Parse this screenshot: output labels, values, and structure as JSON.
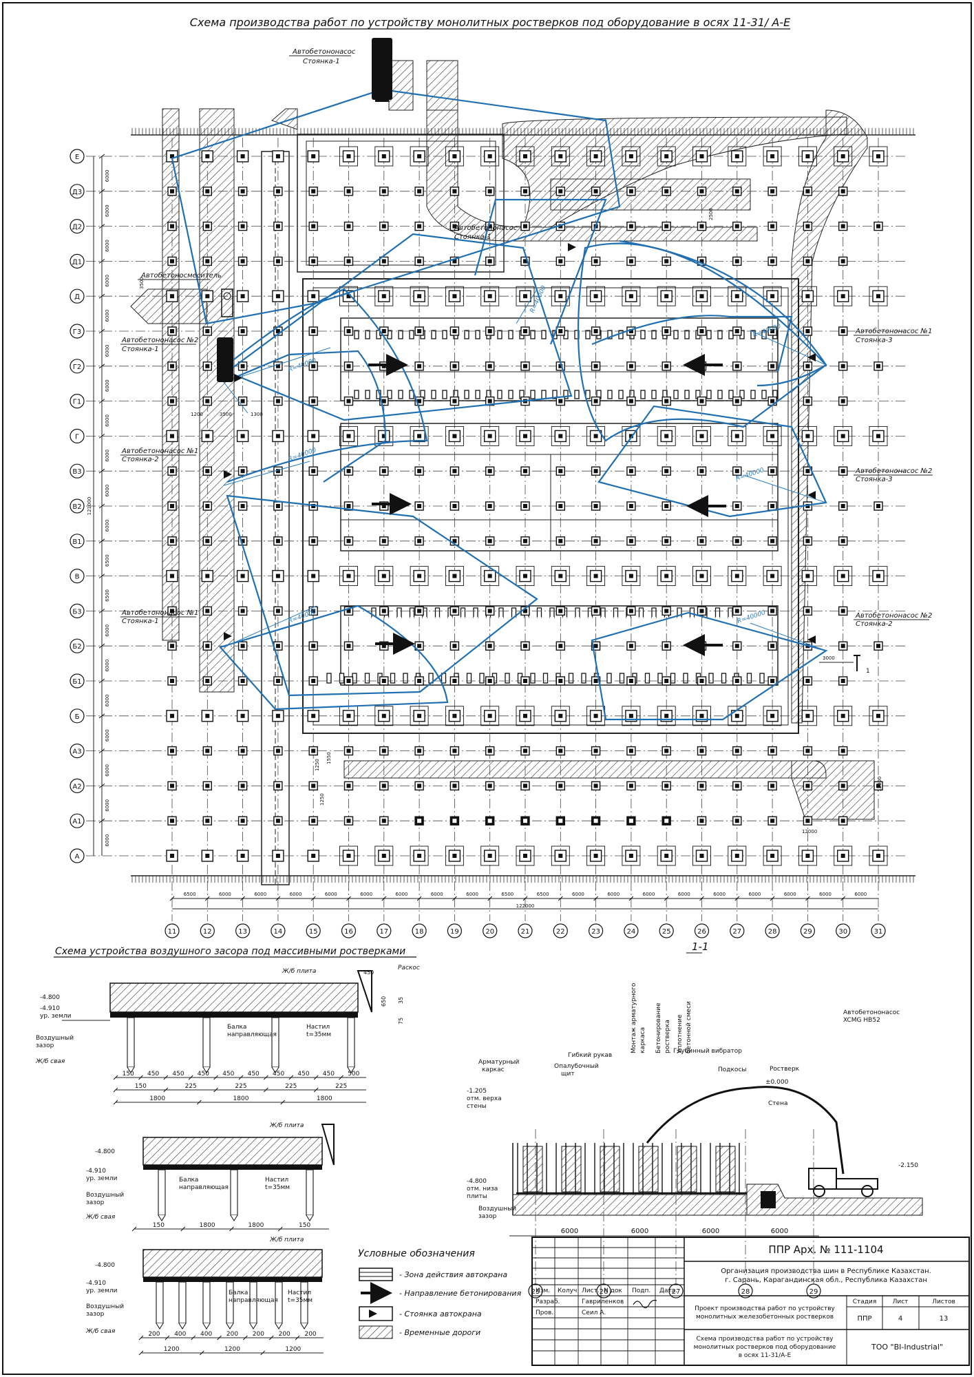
{
  "main_title": "Схема производства работ по устройству монолитных ростверков под оборудование в осях 11-31/ А-Е",
  "pumps": [
    {
      "name": "Автобетононасос",
      "stop": "Стоянка-1"
    },
    {
      "name": "Автобетоносмеситель",
      "stop": ""
    },
    {
      "name": "Автобетононасос №2",
      "stop": "Стоянка-1"
    },
    {
      "name": "Автобетононасос №1",
      "stop": "Стоянка-2"
    },
    {
      "name": "Автобетононасос №1",
      "stop": "Стоянка-1"
    },
    {
      "name": "Автобетононасос №1",
      "stop": "Стоянка-3"
    },
    {
      "name": "Автобетононасос №2",
      "stop": "Стоянка-3"
    },
    {
      "name": "Автобетононасос №2",
      "stop": "Стоянка-2"
    },
    {
      "name": "Автобетононасос №1",
      "stop": "Стоянка-1"
    }
  ],
  "radius_label": "R=40000",
  "rows": [
    "Е",
    "Д3",
    "Д2",
    "Д1",
    "Д",
    "Г3",
    "Г2",
    "Г1",
    "Г",
    "В3",
    "В2",
    "В1",
    "В",
    "Б3",
    "Б2",
    "Б1",
    "Б",
    "А3",
    "А2",
    "А1",
    "А"
  ],
  "row_spacings": [
    "6000",
    "6000",
    "6000",
    "6000",
    "6000",
    "6000",
    "6000",
    "6000",
    "6000",
    "6000",
    "6000",
    "6500",
    "6500",
    "6000",
    "6000",
    "6000",
    "6000",
    "6000",
    "6000",
    "6000"
  ],
  "row_total": "121000",
  "columns": [
    "11",
    "12",
    "13",
    "14",
    "15",
    "16",
    "17",
    "18",
    "19",
    "20",
    "21",
    "22",
    "23",
    "24",
    "25",
    "26",
    "27",
    "28",
    "29",
    "30",
    "31"
  ],
  "column_spacings": [
    "6500",
    "6000",
    "6000",
    "6000",
    "6000",
    "6000",
    "6000",
    "6000",
    "6000",
    "6500",
    "6500",
    "6000",
    "6000",
    "6000",
    "6000",
    "6000",
    "6000",
    "6000",
    "6000",
    "6000"
  ],
  "column_total": "122000",
  "misc_dims": {
    "d1": "1200",
    "d2": "3500",
    "d3": "1300",
    "d4": "3500",
    "d5": "2500",
    "d6": "3000",
    "d7": "12000",
    "d8": "1550",
    "d9": "1250",
    "d10": "12000",
    "d11": "1250"
  },
  "section_label": "1-1",
  "section_mark": "1",
  "air_gap": {
    "title": "Схема устройства воздушного засора под массивными ростверками",
    "slab": "Ж/б плита",
    "brace": "Раскос",
    "level_top": "-4.800",
    "level_ground": "-4.910",
    "ground_label": "ур. земли",
    "gap_label_1": "Воздушный",
    "gap_label_2": "зазор",
    "pile": "Ж/б свая",
    "beam_1": "Балка",
    "beam_2": "направляющая",
    "deck_1": "Настил",
    "deck_2": "t=35мм",
    "dims_a": [
      "150",
      "450",
      "450",
      "450",
      "450",
      "450",
      "450",
      "450",
      "450",
      "500"
    ],
    "dims_b": [
      "150",
      "225",
      "225",
      "225",
      "225"
    ],
    "dims_c": [
      "1800",
      "1800",
      "1800"
    ],
    "dims_side": [
      "450",
      "650",
      "35",
      "75"
    ],
    "dims_d": [
      "150",
      "1800",
      "1800",
      "150"
    ],
    "dims_e": [
      "200",
      "400",
      "400",
      "200",
      "200",
      "200",
      "200"
    ],
    "dims_f": [
      "1200",
      "1200",
      "1200"
    ]
  },
  "section": {
    "labels": {
      "rebar_1": "Арматурный",
      "rebar_2": "каркас",
      "hose": "Гибкий рукав",
      "formwork_1": "Опалубочный",
      "formwork_2": "щит",
      "mount_1": "Монтаж арматурного",
      "mount_2": "каркаса",
      "pour_1": "Бетонирование",
      "pour_2": "ростверка",
      "compact_1": "Уплотнение",
      "compact_2": "бетонной смеси",
      "vibrator": "Глубинный вибратор",
      "struts": "Подкосы",
      "grillage": "Ростверк",
      "wall": "Стена",
      "pump_1": "Автобетононасос",
      "pump_2": "XCMG HB52",
      "l1": "-1.205",
      "l1a": "отм. верха",
      "l1b": "стены",
      "l2": "-4.800",
      "l2a": "отм. низа",
      "l2b": "плиты",
      "l3": "±0.000",
      "l4": "-2.150",
      "gap_1": "Воздушный",
      "gap_2": "зазор"
    },
    "spans": [
      "6000",
      "6000",
      "6000",
      "6000"
    ],
    "axes": [
      "25",
      "26",
      "27",
      "28",
      "29"
    ]
  },
  "legend": {
    "title": "Условные обозначения",
    "items": [
      "- Зона действия автокрана",
      "- Направление бетонирования",
      "- Стоянка автокрана",
      "- Временные дороги"
    ]
  },
  "title_block": {
    "code": "ППР Арх. № 111-1104",
    "org_1": "Организация производства шин в Республике Казахстан.",
    "org_2": "г. Сарань, Карагандинская обл., Республика Казахстан",
    "hdr": [
      "Изм.",
      "Колуч",
      "Лист.",
      "N док",
      "Подп.",
      "Дата."
    ],
    "role_1": "Разраб.",
    "person_1": "Гавриленков",
    "role_2": "Пров.",
    "person_2": "Сеил А.",
    "project_1": "Проект производства работ по устройству",
    "project_2": "монолитных железобетонных ростверков",
    "stage_h": "Стадия",
    "sheet_h": "Лист",
    "sheets_h": "Листов",
    "stage": "ППР",
    "sheet": "4",
    "sheets": "13",
    "desc_1": "Схема производства работ по устройству",
    "desc_2": "монолитных ростверков под оборудование",
    "desc_3": "в осях 11-31/А-Е",
    "company": "ТОО \"BI-Industrial\""
  }
}
